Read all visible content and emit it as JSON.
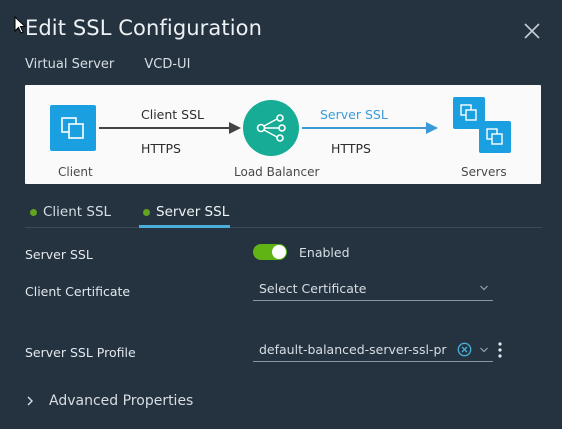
{
  "dialog": {
    "title": "Edit SSL Configuration",
    "breadcrumbs": [
      "Virtual Server",
      "VCD-UI"
    ]
  },
  "diagram": {
    "client_label": "Client",
    "client_ssl_label": "Client SSL",
    "client_protocol": "HTTPS",
    "load_balancer_label": "Load Balancer",
    "server_ssl_label": "Server SSL",
    "server_protocol": "HTTPS",
    "servers_label": "Servers"
  },
  "tabs": [
    {
      "label": "Client SSL",
      "active": false,
      "status_color": "#62a420"
    },
    {
      "label": "Server SSL",
      "active": true,
      "status_color": "#62a420"
    }
  ],
  "form": {
    "server_ssl_label": "Server SSL",
    "server_ssl_toggle": "Enabled",
    "client_certificate_label": "Client Certificate",
    "client_certificate_value": "Select Certificate",
    "server_ssl_profile_label": "Server SSL Profile",
    "server_ssl_profile_value": "default-balanced-server-ssl-pr"
  },
  "advanced": {
    "label": "Advanced Properties"
  },
  "colors": {
    "background": "#253341",
    "accent_blue": "#49afd9",
    "toggle_green": "#60b515",
    "icon_blue": "#1a9fe0",
    "load_balancer_teal": "#17ac95"
  }
}
